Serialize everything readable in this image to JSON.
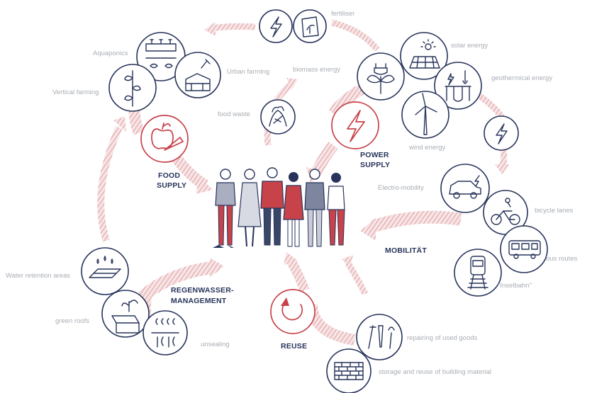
{
  "colors": {
    "navy": "#27335a",
    "red": "#c8424a",
    "label_gray": "#a8adb3"
  },
  "categories": {
    "food": [
      "FOOD",
      "SUPPLY"
    ],
    "power": [
      "POWER",
      "SUPPLY"
    ],
    "mobility": "MOBILITÄT",
    "rain": [
      "REGENWASSER-",
      "MANAGEMENT"
    ],
    "reuse": "REUSE"
  },
  "labels": {
    "fertiliser": "fertiliser",
    "aquaponics": "Aquaponics",
    "urban_farming": "Urban farming",
    "vertical_farming": "Vertical farming",
    "biomass_energy": "biomass energy",
    "food_waste": "food waste",
    "solar_energy": "solar energy",
    "geothermal_energy": "geothermical energy",
    "wind_energy": "wind energy",
    "electro_mobility": "Electro-mobility",
    "bicycle_lanes": "bicycle lanes",
    "bus_routes": "bus routes",
    "inselbahn": "\"Inselbahn\"",
    "water_retention": "Water retention areas",
    "green_roofs": "green roofs",
    "unsealing": "unsealing",
    "repairing": "repairing of used goods",
    "storage_reuse": "storage and reuse of building material"
  },
  "icons": [
    "lightning-icon",
    "fertiliser-bag-icon",
    "aquaponics-icon",
    "urban-farming-icon",
    "vertical-farming-icon",
    "apple-carrot-icon",
    "food-waste-icon",
    "power-lightning-icon",
    "plant-plug-icon",
    "solar-panel-icon",
    "geothermal-icon",
    "wind-turbine-icon",
    "electric-car-icon",
    "bicycle-icon",
    "bus-icon",
    "train-icon",
    "water-retention-icon",
    "green-roof-icon",
    "unsealing-icon",
    "reuse-cycle-icon",
    "tools-icon",
    "bricks-icon",
    "people-group"
  ]
}
